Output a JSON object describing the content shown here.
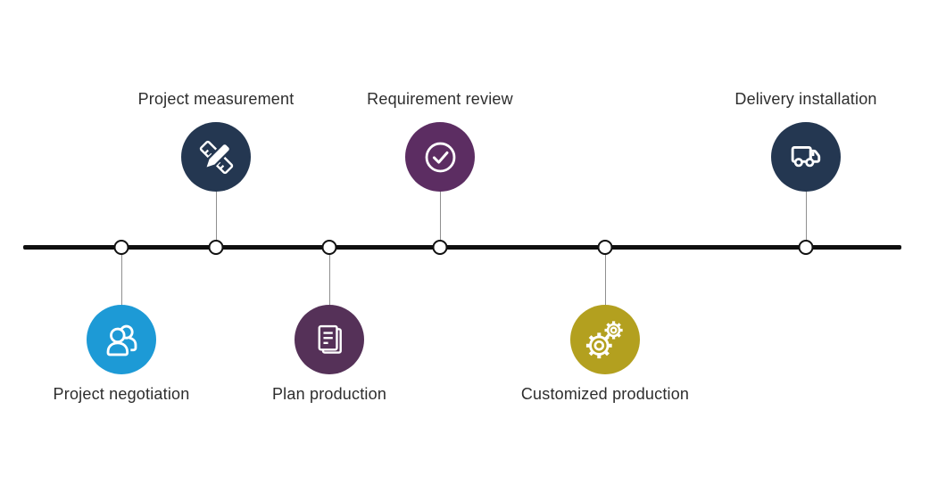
{
  "background": "#ffffff",
  "text_color": "#2d2d2d",
  "timeline": {
    "line_color": "#0f0f0f",
    "node_fill": "#ffffff",
    "node_border": "#111111",
    "connector_color": "#8f8f8f"
  },
  "steps": [
    {
      "label": "Project negotiation",
      "icon": "people-icon",
      "color": "#1d9ad6",
      "position": "below"
    },
    {
      "label": "Project measurement",
      "icon": "ruler-pencil-icon",
      "color": "#243751",
      "position": "above"
    },
    {
      "label": "Plan production",
      "icon": "document-icon",
      "color": "#553158",
      "position": "below"
    },
    {
      "label": "Requirement review",
      "icon": "check-circle-icon",
      "color": "#5c2d62",
      "position": "above"
    },
    {
      "label": "Customized production",
      "icon": "gears-icon",
      "color": "#b3a01f",
      "position": "below"
    },
    {
      "label": "Delivery installation",
      "icon": "truck-icon",
      "color": "#243751",
      "position": "above"
    }
  ]
}
